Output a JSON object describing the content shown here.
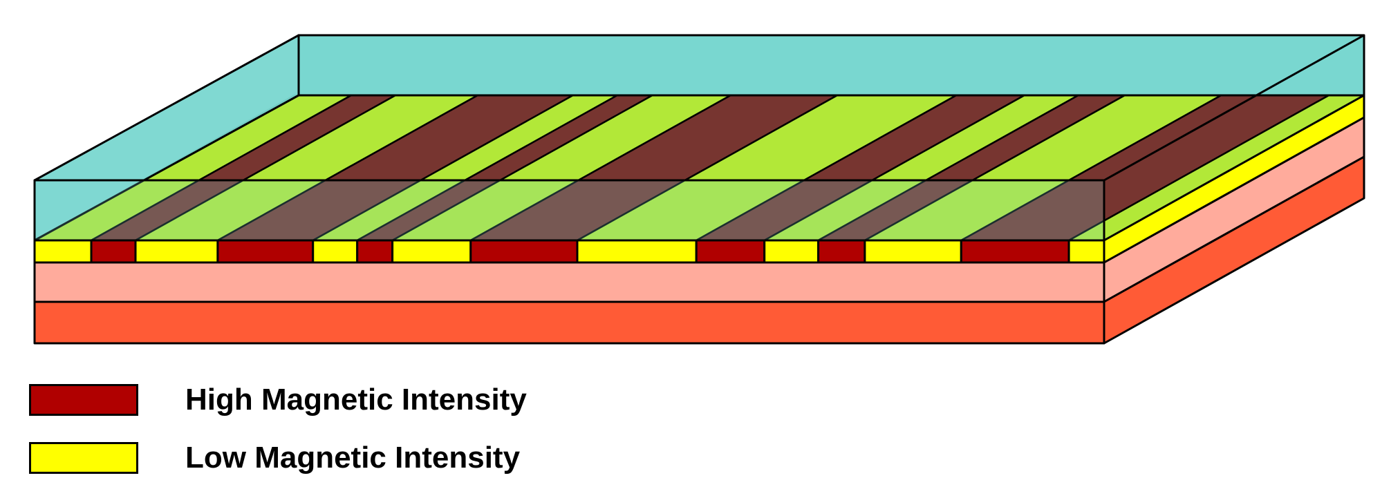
{
  "colors": {
    "high": "#b00000",
    "low": "#ffff00",
    "stripe_high_top": "#773530",
    "stripe_low_top": "#b2e838",
    "water": "#79d7d0",
    "layer_light": "#ffab9c",
    "layer_dark": "#ff5b36",
    "outline": "#000000"
  },
  "diagram": {
    "stripes": [
      "low",
      "high",
      "low",
      "high",
      "low",
      "high",
      "low",
      "high",
      "low",
      "high",
      "low",
      "high",
      "low",
      "high",
      "low"
    ],
    "stripe_widths": [
      1,
      0.78,
      1.45,
      1.68,
      0.78,
      0.62,
      1.38,
      1.88,
      2.1,
      1.2,
      0.95,
      0.82,
      1.7,
      1.9,
      0.62
    ],
    "layer_icons": [
      "sea-water",
      "magnetic-striped-crust",
      "lower-crust",
      "mantle"
    ]
  },
  "legend": {
    "high": {
      "label": "High Magnetic Intensity",
      "color": "#b00000"
    },
    "low": {
      "label": "Low Magnetic Intensity",
      "color": "#ffff00"
    }
  }
}
